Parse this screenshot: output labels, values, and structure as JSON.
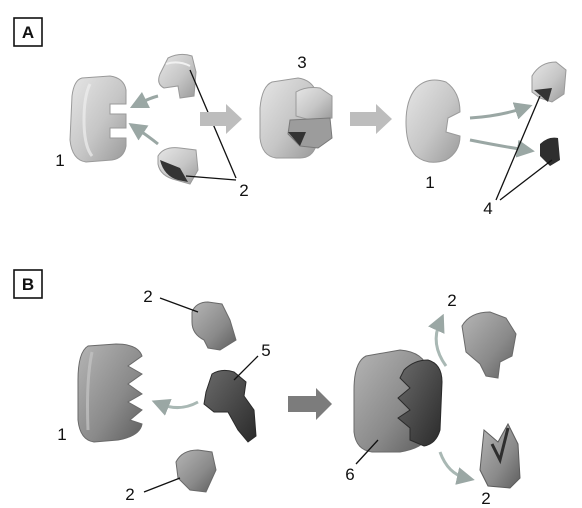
{
  "panels": [
    {
      "id": "A",
      "label": "A",
      "labels": {
        "one_left": "1",
        "two": "2",
        "three": "3",
        "one_right": "1",
        "four": "4"
      }
    },
    {
      "id": "B",
      "label": "B",
      "labels": {
        "two_top": "2",
        "five": "5",
        "one": "1",
        "two_bottom": "2",
        "two_right_top": "2",
        "six": "6",
        "two_right_bottom": "2"
      }
    }
  ],
  "colors": {
    "light_shape": "#c9c9c9",
    "light_shape_edge": "#8e8e8e",
    "dark_piece": "#3c3c3c",
    "gray_shape": "#8c8c8c",
    "dark_gray": "#4a4a4a",
    "arrow": "#b8b8b8",
    "curved_arrow": "#a9b8b4"
  }
}
